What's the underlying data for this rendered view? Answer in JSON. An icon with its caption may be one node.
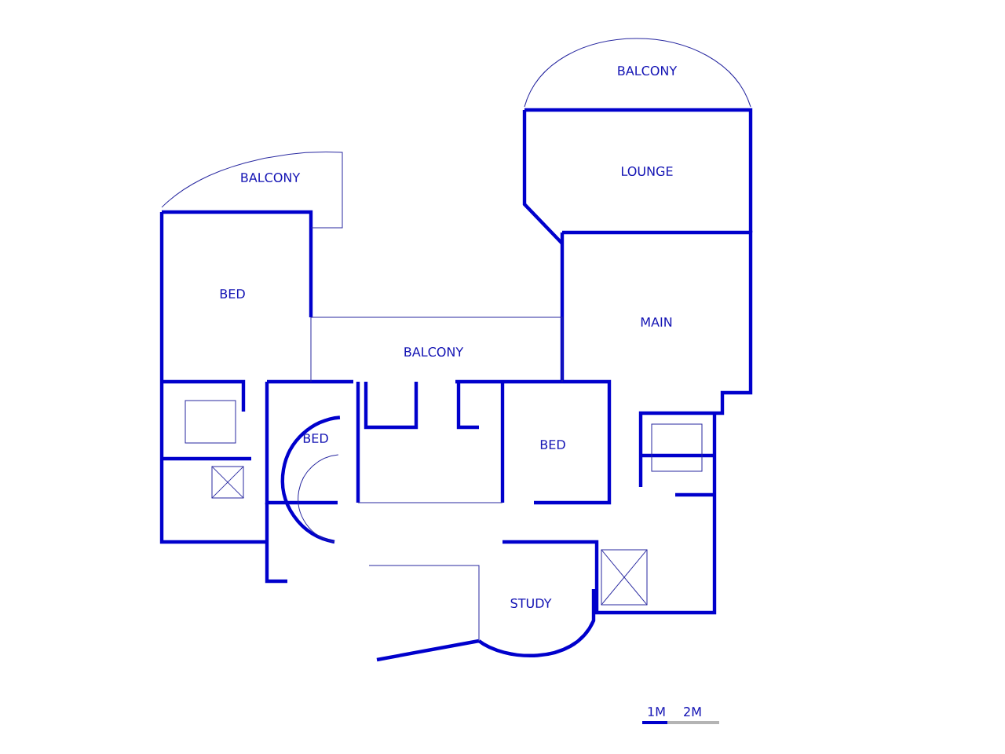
{
  "diagram": {
    "labels": [
      "BALCONY",
      "LOUNGE",
      "BALCONY",
      "BED",
      "MAIN",
      "BALCONY",
      "BED",
      "BED",
      "STUDY",
      "1M",
      "2M"
    ]
  }
}
